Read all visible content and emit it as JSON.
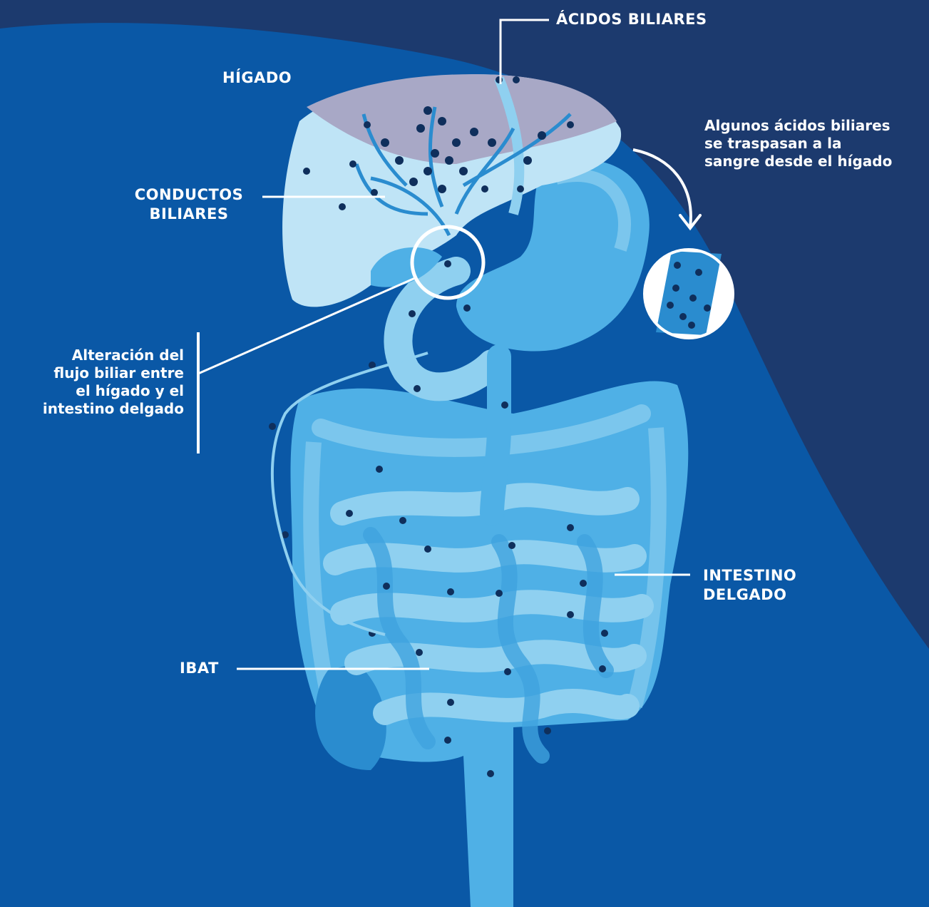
{
  "colors": {
    "background_dark": "#1c3a6e",
    "background_blue": "#0a58a6",
    "organ_light": "#8fd0f0",
    "organ_mid": "#4fb0e6",
    "organ_dark": "#2a8ccf",
    "liver_gray": "#a8a8c6",
    "bile_dot": "#0f2f5c",
    "label": "#ffffff"
  },
  "labels": {
    "liver": "HÍGADO",
    "bile_acids": "ÁCIDOS BILIARES",
    "bile_ducts_line1": "CONDUCTOS",
    "bile_ducts_line2": "BILIARES",
    "blood_note_line1": "Algunos ácidos biliares",
    "blood_note_line2": "se traspasan a la",
    "blood_note_line3": "sangre desde el hígado",
    "flow_line1": "Alteración del",
    "flow_line2": "flujo biliar entre",
    "flow_line3": "el hígado y el",
    "flow_line4": "intestino delgado",
    "small_intestine_line1": "INTESTINO",
    "small_intestine_line2": "DELGADO",
    "ibat": "IBAT"
  }
}
